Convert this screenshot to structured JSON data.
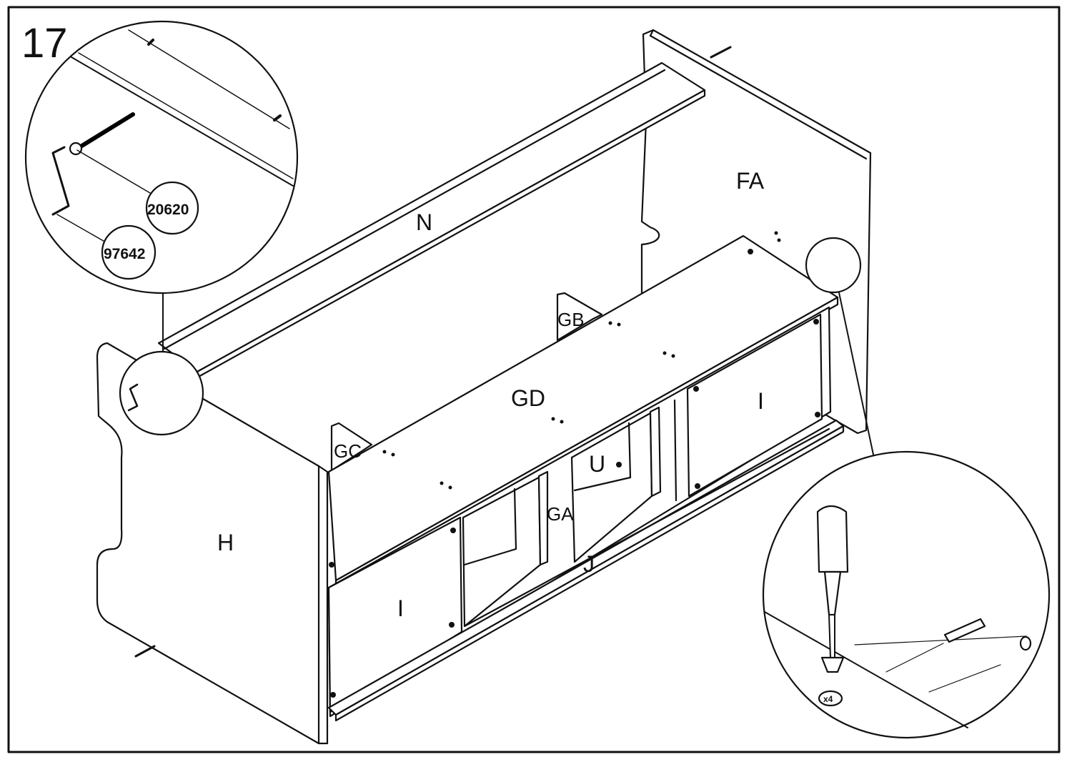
{
  "step_number": "17",
  "part_labels": {
    "n": "N",
    "fa": "FA",
    "gb": "GB",
    "gd": "GD",
    "gc": "GC",
    "u": "U",
    "ga": "GA",
    "j": "J",
    "h": "H",
    "i_left": "I",
    "i_right": "I"
  },
  "hardware_codes": {
    "bolt": "20620",
    "wrench": "97642"
  },
  "quantity_mark": "x4"
}
